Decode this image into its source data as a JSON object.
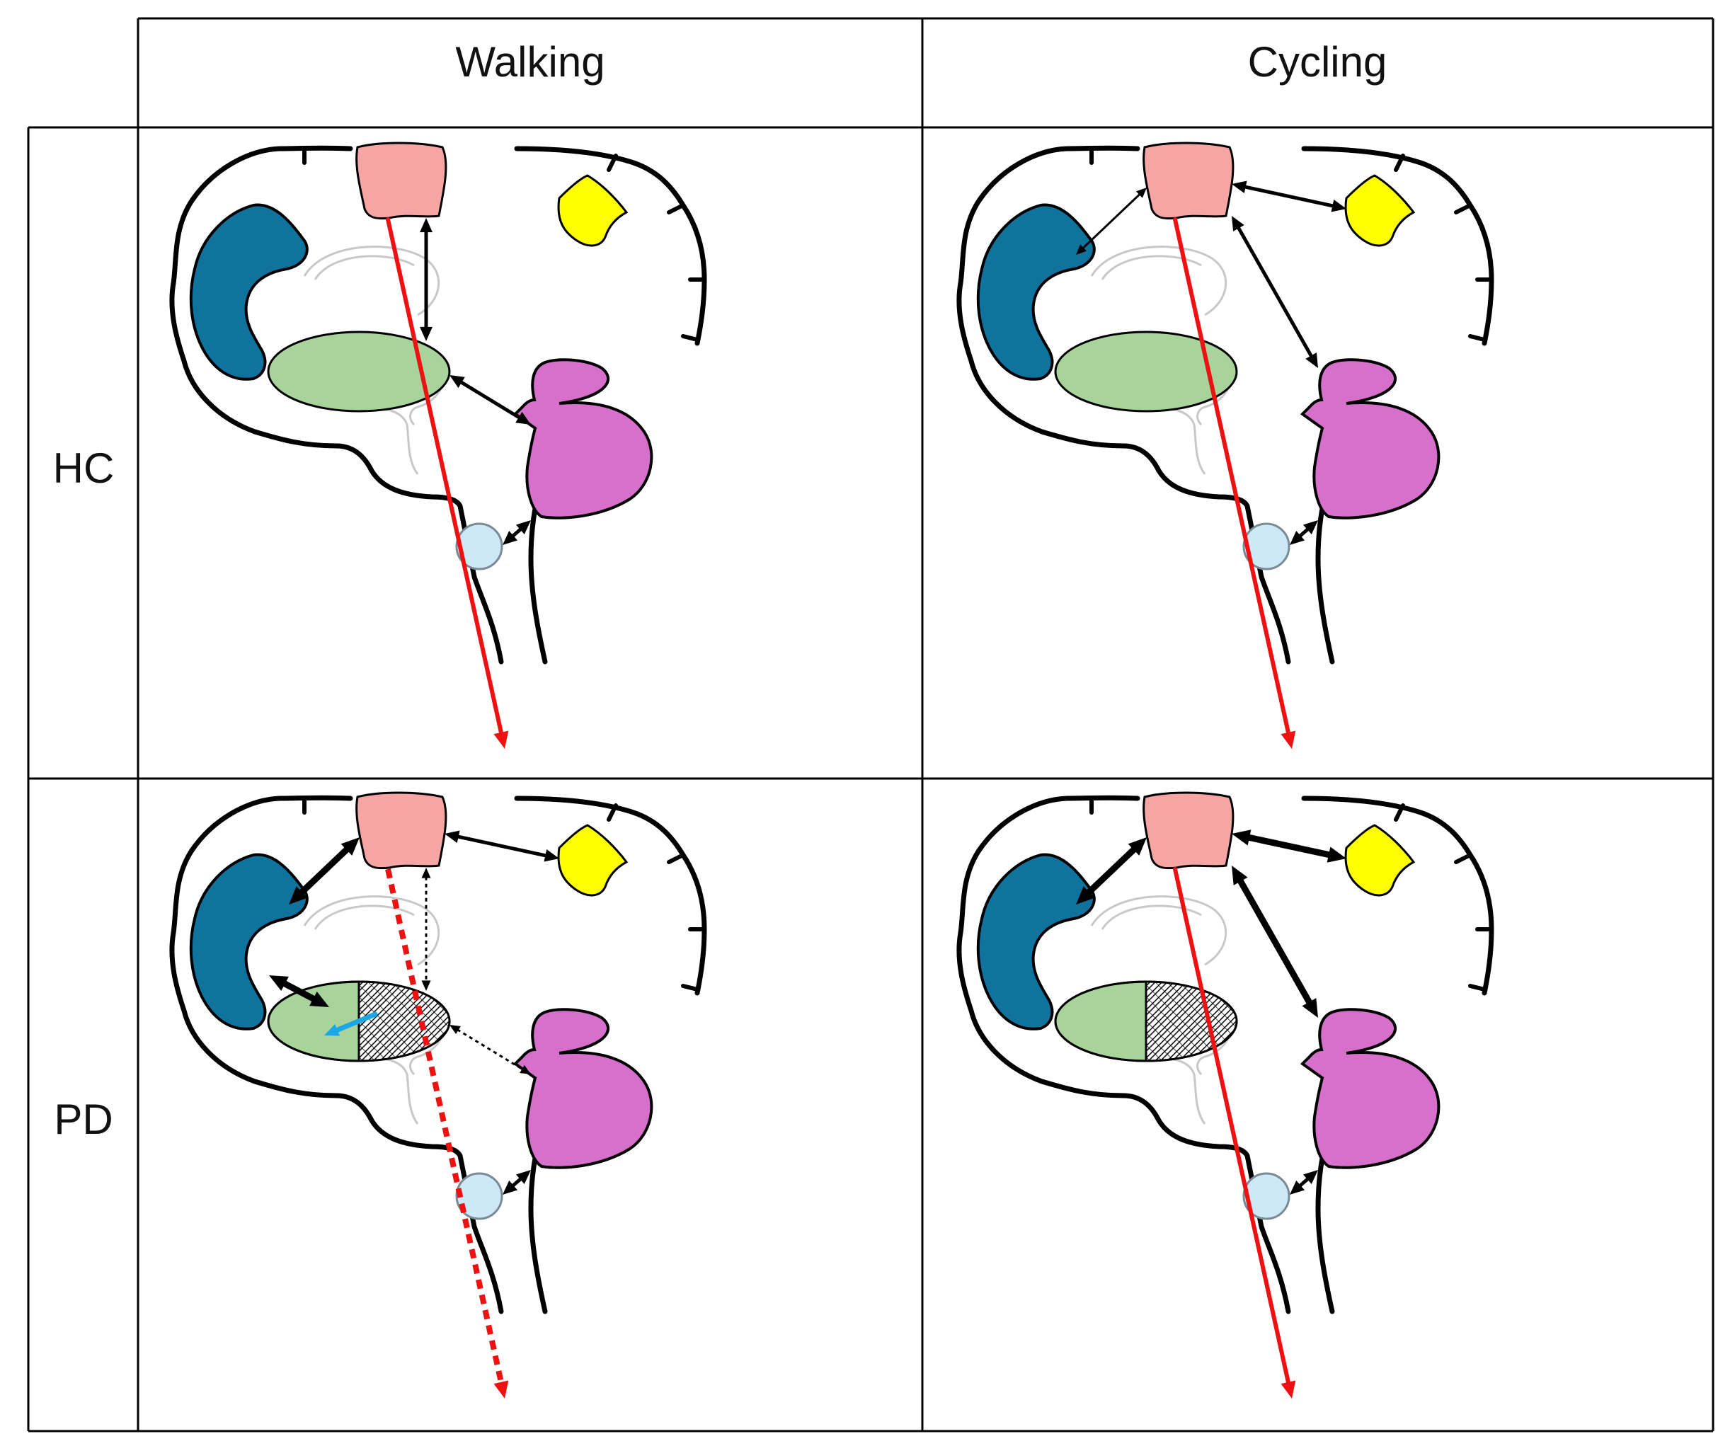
{
  "columns": [
    "Walking",
    "Cycling"
  ],
  "rows": [
    "HC",
    "PD"
  ],
  "colors": {
    "prefrontal": "#10739e",
    "motor_cortex": "#f6a5a5",
    "parietal": "#ffff00",
    "basal_ganglia": "#a8d49c",
    "cerebellum": "#d670cb",
    "brainstem_nucleus": "#cde9f8",
    "descending_pathway": "#ee1111",
    "compensation_arrow": "#1aa7e6",
    "outline": "#000000"
  },
  "panels": [
    {
      "row": "HC",
      "column": "Walking",
      "descending": "solid",
      "basal_ganglia_hatched": false,
      "compensation_arrow": false,
      "connections": {
        "motor-bg": "normal",
        "bg-cerebellum": "normal",
        "prefrontal-motor": "none",
        "motor-parietal": "none",
        "motor-cerebellum": "none",
        "prefrontal-bg": "none",
        "nucleus-cerebellum": "normal"
      }
    },
    {
      "row": "HC",
      "column": "Cycling",
      "descending": "solid",
      "basal_ganglia_hatched": false,
      "compensation_arrow": false,
      "connections": {
        "motor-bg": "none",
        "bg-cerebellum": "none",
        "prefrontal-motor": "thin",
        "motor-parietal": "normal",
        "motor-cerebellum": "normal",
        "prefrontal-bg": "none",
        "nucleus-cerebellum": "normal"
      }
    },
    {
      "row": "PD",
      "column": "Walking",
      "descending": "dotted",
      "basal_ganglia_hatched": true,
      "compensation_arrow": true,
      "connections": {
        "motor-bg": "dotted",
        "bg-cerebellum": "dotted",
        "prefrontal-motor": "thick",
        "motor-parietal": "normal",
        "motor-cerebellum": "none",
        "prefrontal-bg": "thick",
        "nucleus-cerebellum": "normal"
      }
    },
    {
      "row": "PD",
      "column": "Cycling",
      "descending": "solid",
      "basal_ganglia_hatched": true,
      "compensation_arrow": false,
      "connections": {
        "motor-bg": "none",
        "bg-cerebellum": "none",
        "prefrontal-motor": "thick",
        "motor-parietal": "thick",
        "motor-cerebellum": "thick",
        "prefrontal-bg": "none",
        "nucleus-cerebellum": "normal"
      }
    }
  ]
}
